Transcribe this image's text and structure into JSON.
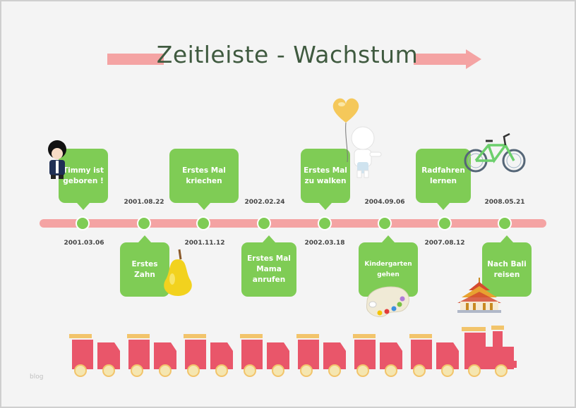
{
  "title": "Zeitleiste - Wachstum",
  "watermark": "blog",
  "events_above": [
    {
      "label": "Timmy ist\ngeboren !",
      "date": "2001.03.06"
    },
    {
      "label": "Erstes Mal\nkriechen",
      "date": "2001.11.12"
    },
    {
      "label": "Erstes Mal\nzu walken",
      "date": "2002.03.18"
    },
    {
      "label": "Radfahren\nlernen",
      "date": "2007.08.12"
    }
  ],
  "events_below": [
    {
      "label": "Erstes\nZahn",
      "date": "2001.08.22"
    },
    {
      "label": "Erstes Mal\nMama\nanrufen",
      "date": "2002.02.24"
    },
    {
      "label": "Kindergarten\ngehen",
      "date": "2004.09.06"
    },
    {
      "label": "Nach Bali\nreisen",
      "date": "2008.05.21"
    }
  ],
  "colors": {
    "bubble": "#7fcc55",
    "timeline": "#f4a3a3",
    "train_body": "#e9566a",
    "train_roof": "#f2c46b",
    "wheel": "#f5e6b0"
  },
  "icons": [
    "boy-icon",
    "pear-icon",
    "balloon-kid-icon",
    "palette-icon",
    "bicycle-icon",
    "temple-icon",
    "train-icon"
  ]
}
